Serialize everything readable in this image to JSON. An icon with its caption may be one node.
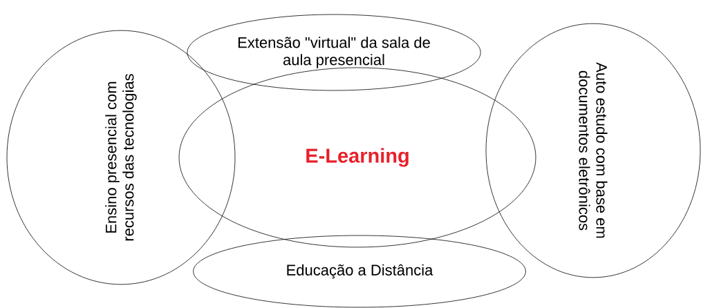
{
  "diagram": {
    "nodes": [
      {
        "text": [
          "Extensão \"virtual\" da sala de aula presencial"
        ]
      },
      {
        "text": [
          "Ensino presencial com recursos das tecnologias"
        ]
      },
      {
        "text": [
          "E-Learning"
        ]
      },
      {
        "text": [
          "Auto estudo com base em documentos eletrônicos"
        ]
      },
      {
        "text": [
          "Educação a Distância"
        ]
      }
    ]
  }
}
